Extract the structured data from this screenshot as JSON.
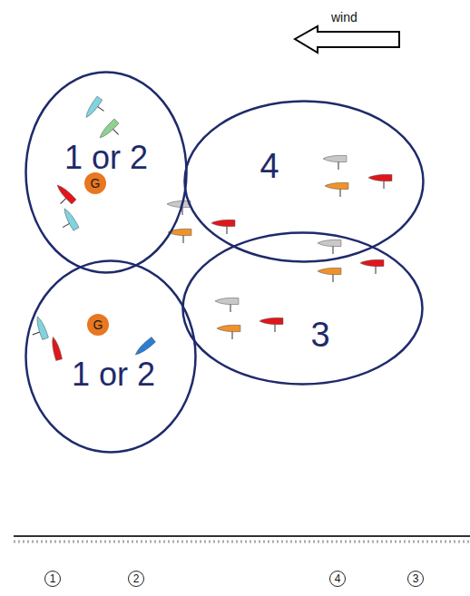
{
  "diagram": {
    "nodes": [
      {
        "text": [
          "1 or 2"
        ]
      },
      {
        "text": [
          "G"
        ],
        "in": 0
      },
      {
        "text": [
          "4"
        ]
      },
      {
        "text": [
          "3"
        ]
      },
      {
        "text": [
          "1 or 2"
        ]
      },
      {
        "text": [
          "G"
        ],
        "in": 4
      },
      {
        "text": [
          "1"
        ]
      },
      {
        "text": [
          "2"
        ]
      },
      {
        "text": [
          "4"
        ]
      },
      {
        "text": [
          "3"
        ]
      }
    ],
    "labels": [
      "wind"
    ]
  }
}
